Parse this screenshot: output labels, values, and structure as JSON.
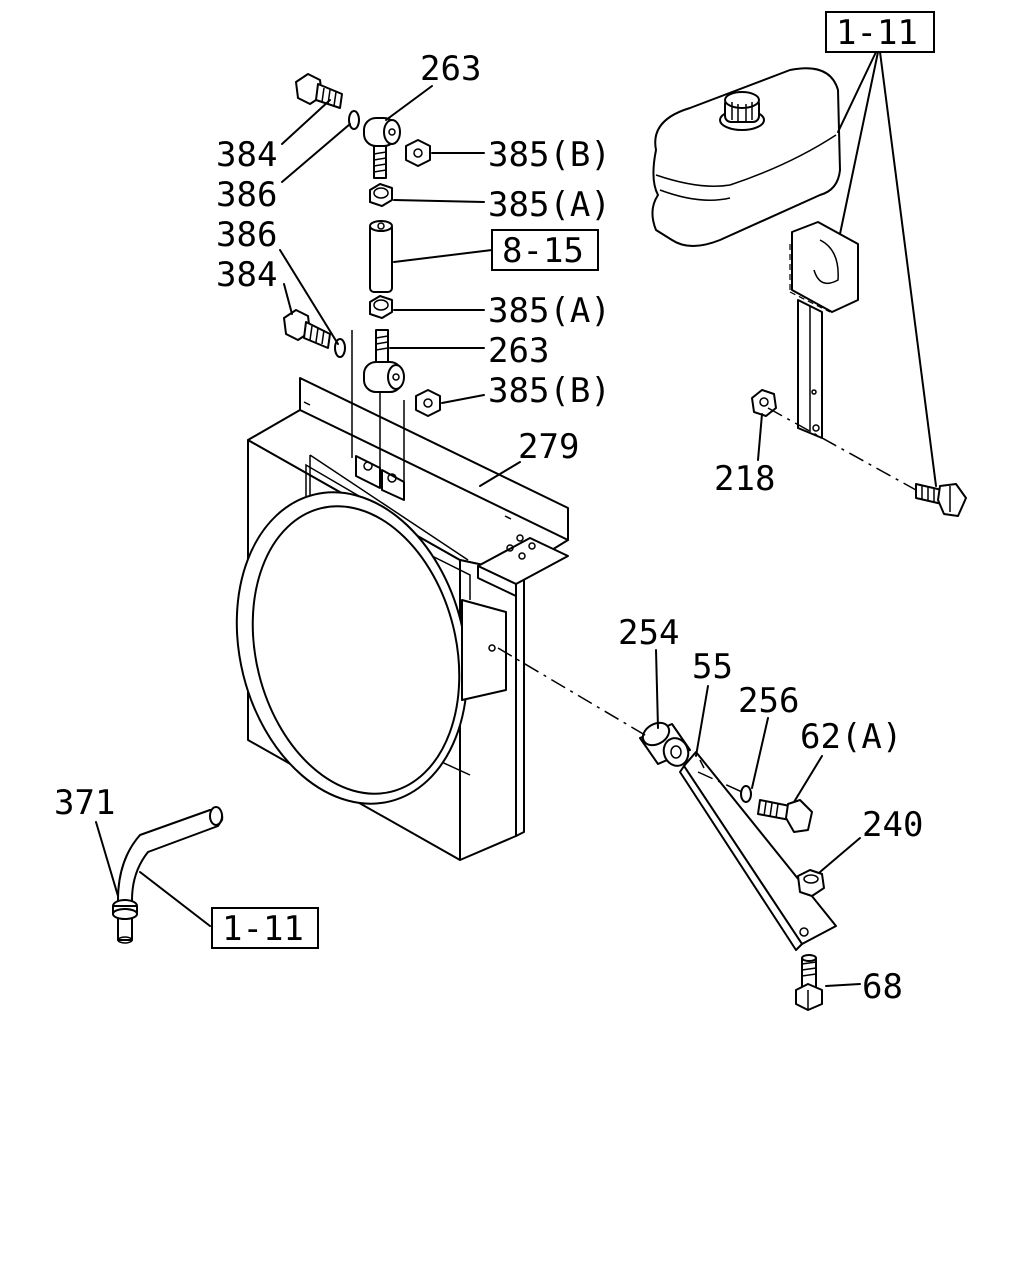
{
  "labels": {
    "p263_top": "263",
    "p384_top": "384",
    "p386_top": "386",
    "p385b_top": "385(B)",
    "p385a_top": "385(A)",
    "ref_8_15": "8-15",
    "p386_mid": "386",
    "p384_mid": "384",
    "p385a_mid": "385(A)",
    "p263_mid": "263",
    "p385b_mid": "385(B)",
    "p279": "279",
    "ref_1_11_top": "1-11",
    "p218": "218",
    "p254": "254",
    "p55": "55",
    "p256": "256",
    "p62a": "62(A)",
    "p240": "240",
    "p371": "371",
    "ref_1_11_bottom": "1-11",
    "p68": "68"
  }
}
